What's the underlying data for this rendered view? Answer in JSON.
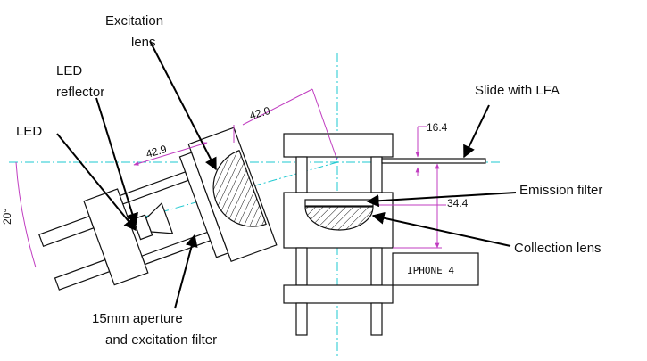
{
  "labels": {
    "excitation_lens": [
      "Excitation",
      "lens"
    ],
    "led_reflector": [
      "LED",
      "reflector"
    ],
    "led": "LED",
    "slide_with_lfa": "Slide with LFA",
    "emission_filter": "Emission filter",
    "collection_lens": "Collection lens",
    "aperture": [
      "15mm aperture",
      "and excitation filter"
    ]
  },
  "dimensions": {
    "d1": "42.0",
    "d2": "42.9",
    "d3": "16.4",
    "d4": "34.4",
    "angle": "20°"
  },
  "device_label": "IPHONE 4",
  "colors": {
    "dimension_lines": "#c03cc0",
    "center_lines": "#1ec8d0",
    "lines": "#111111"
  }
}
